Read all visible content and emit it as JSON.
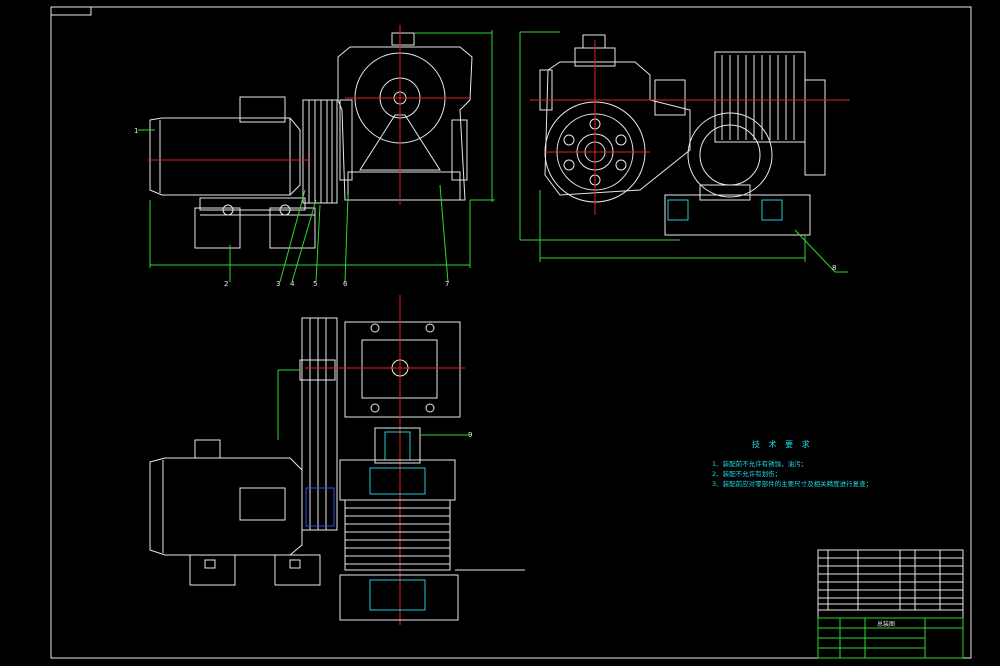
{
  "drawing": {
    "background": "#000000",
    "line_colors": {
      "outline": "#e8e8e8",
      "dimension": "#2fd62f",
      "centerline": "#e02020",
      "section": "#20c8d8",
      "hatch": "#3050e0"
    }
  },
  "part_labels": [
    "1",
    "2",
    "3",
    "4",
    "5",
    "6",
    "7",
    "8",
    "9"
  ],
  "technical_requirements": {
    "title": "技 术 要 求",
    "items": [
      "1、装配前不允许有锈蚀，油污；",
      "2、装配不允许有划伤；",
      "3、装配前应对零部件的主要尺寸及相关精度进行复查；"
    ]
  },
  "title_block": {
    "drawing_name": "总装图"
  }
}
